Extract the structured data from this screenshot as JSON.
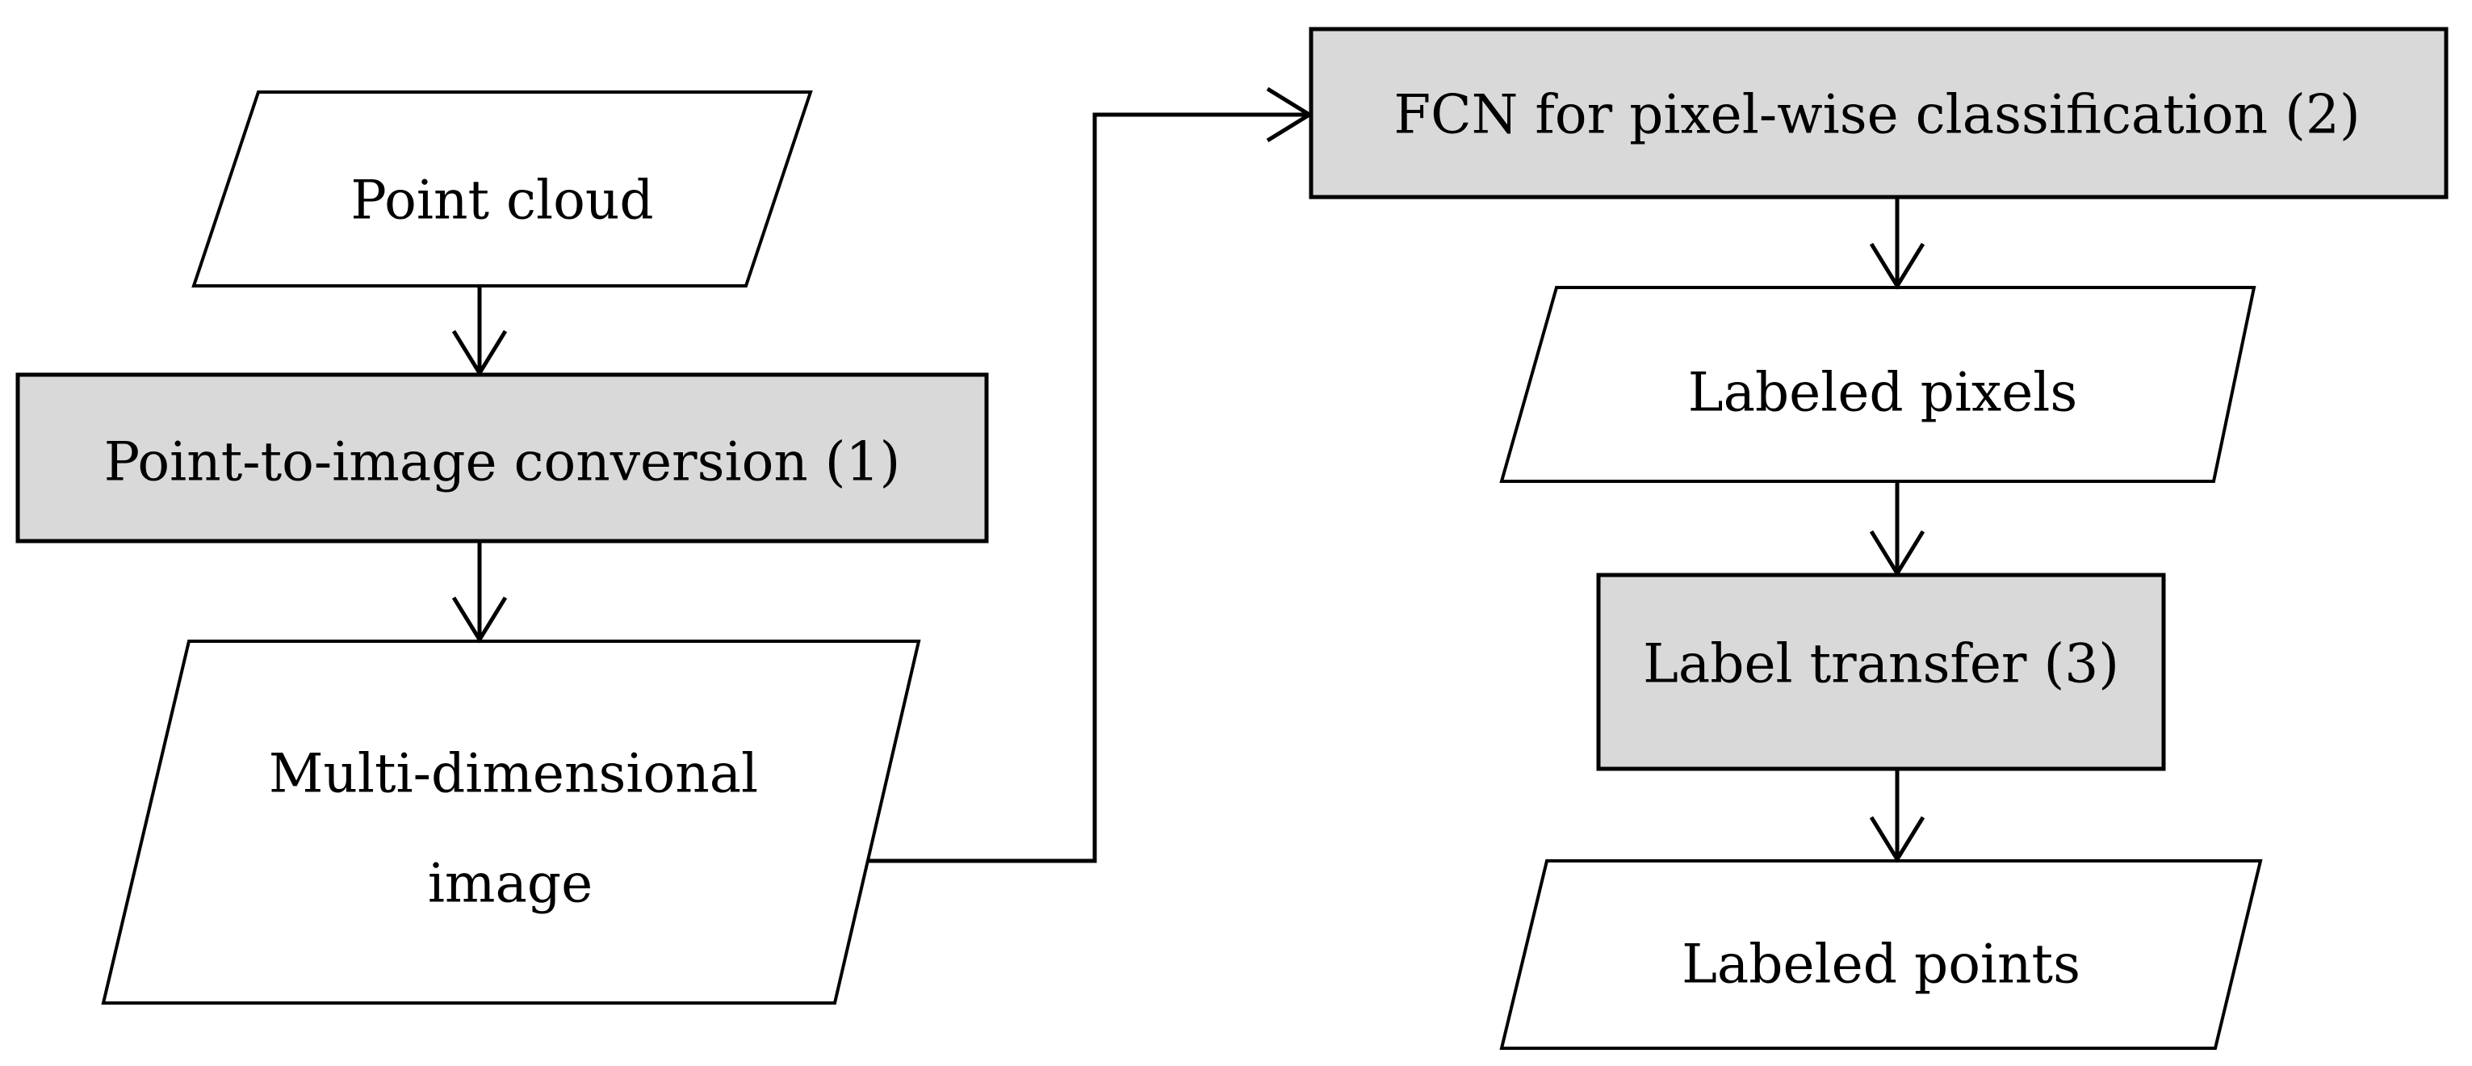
{
  "nodes": {
    "point_cloud": {
      "label": "Point cloud",
      "shape": "parallelogram"
    },
    "point_to_image": {
      "label": "Point-to-image conversion (1)",
      "shape": "process"
    },
    "multi_dim_image": {
      "label_line1": "Multi-dimensional",
      "label_line2": "image",
      "shape": "parallelogram"
    },
    "fcn": {
      "label": "FCN for pixel-wise classification (2)",
      "shape": "process"
    },
    "labeled_pixels": {
      "label": "Labeled pixels",
      "shape": "parallelogram"
    },
    "label_transfer": {
      "label": "Label transfer (3)",
      "shape": "process"
    },
    "labeled_points": {
      "label": "Labeled points",
      "shape": "parallelogram"
    }
  },
  "edges": [
    {
      "from": "point_cloud",
      "to": "point_to_image"
    },
    {
      "from": "point_to_image",
      "to": "multi_dim_image"
    },
    {
      "from": "multi_dim_image",
      "to": "fcn"
    },
    {
      "from": "fcn",
      "to": "labeled_pixels"
    },
    {
      "from": "labeled_pixels",
      "to": "label_transfer"
    },
    {
      "from": "label_transfer",
      "to": "labeled_points"
    }
  ],
  "colors": {
    "process_fill": "#d9d9d9",
    "io_fill": "#ffffff",
    "stroke": "#000000"
  }
}
